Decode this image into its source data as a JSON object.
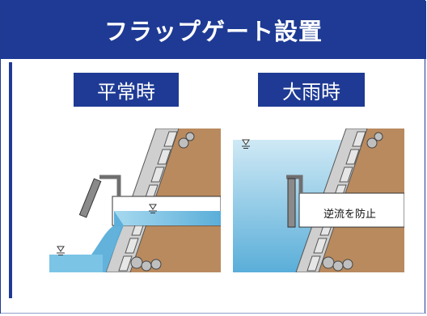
{
  "title": "フラップゲート設置",
  "scenes": {
    "normal": {
      "label": "平常時"
    },
    "heavy_rain": {
      "label": "大雨時",
      "annotation": "逆流を防止"
    }
  },
  "colors": {
    "header": "#1e3a94",
    "water_light": "#cfe9f5",
    "water_dark": "#5fb3db",
    "earth": "#b98a5e",
    "stone": "#d7d7d7",
    "gate": "#7d7d7d"
  },
  "icons": [
    "water-level-icon",
    "flap-gate-icon"
  ]
}
